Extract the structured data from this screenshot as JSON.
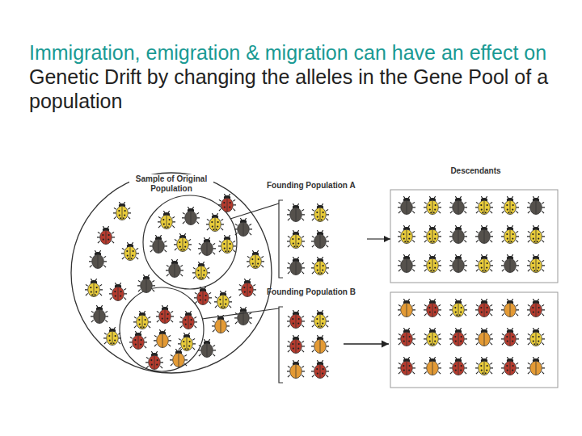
{
  "diagram": {
    "title": "Immigration, emigration & migration can have an effect on Genetic Drift by changing the alleles in the Gene Pool of a population",
    "nodes": [
      {
        "text": [
          "Sample of Original Population"
        ]
      },
      {
        "text": [
          "Founding Population A"
        ]
      },
      {
        "text": [
          "Founding Population B"
        ]
      },
      {
        "text": [
          "Descendants"
        ]
      }
    ],
    "edges": [
      {
        "from": 0,
        "to": 1,
        "arrow": "none"
      },
      {
        "from": 0,
        "to": 2,
        "arrow": "none"
      },
      {
        "from": 1,
        "to": 3,
        "arrow": "to"
      }
    ]
  }
}
